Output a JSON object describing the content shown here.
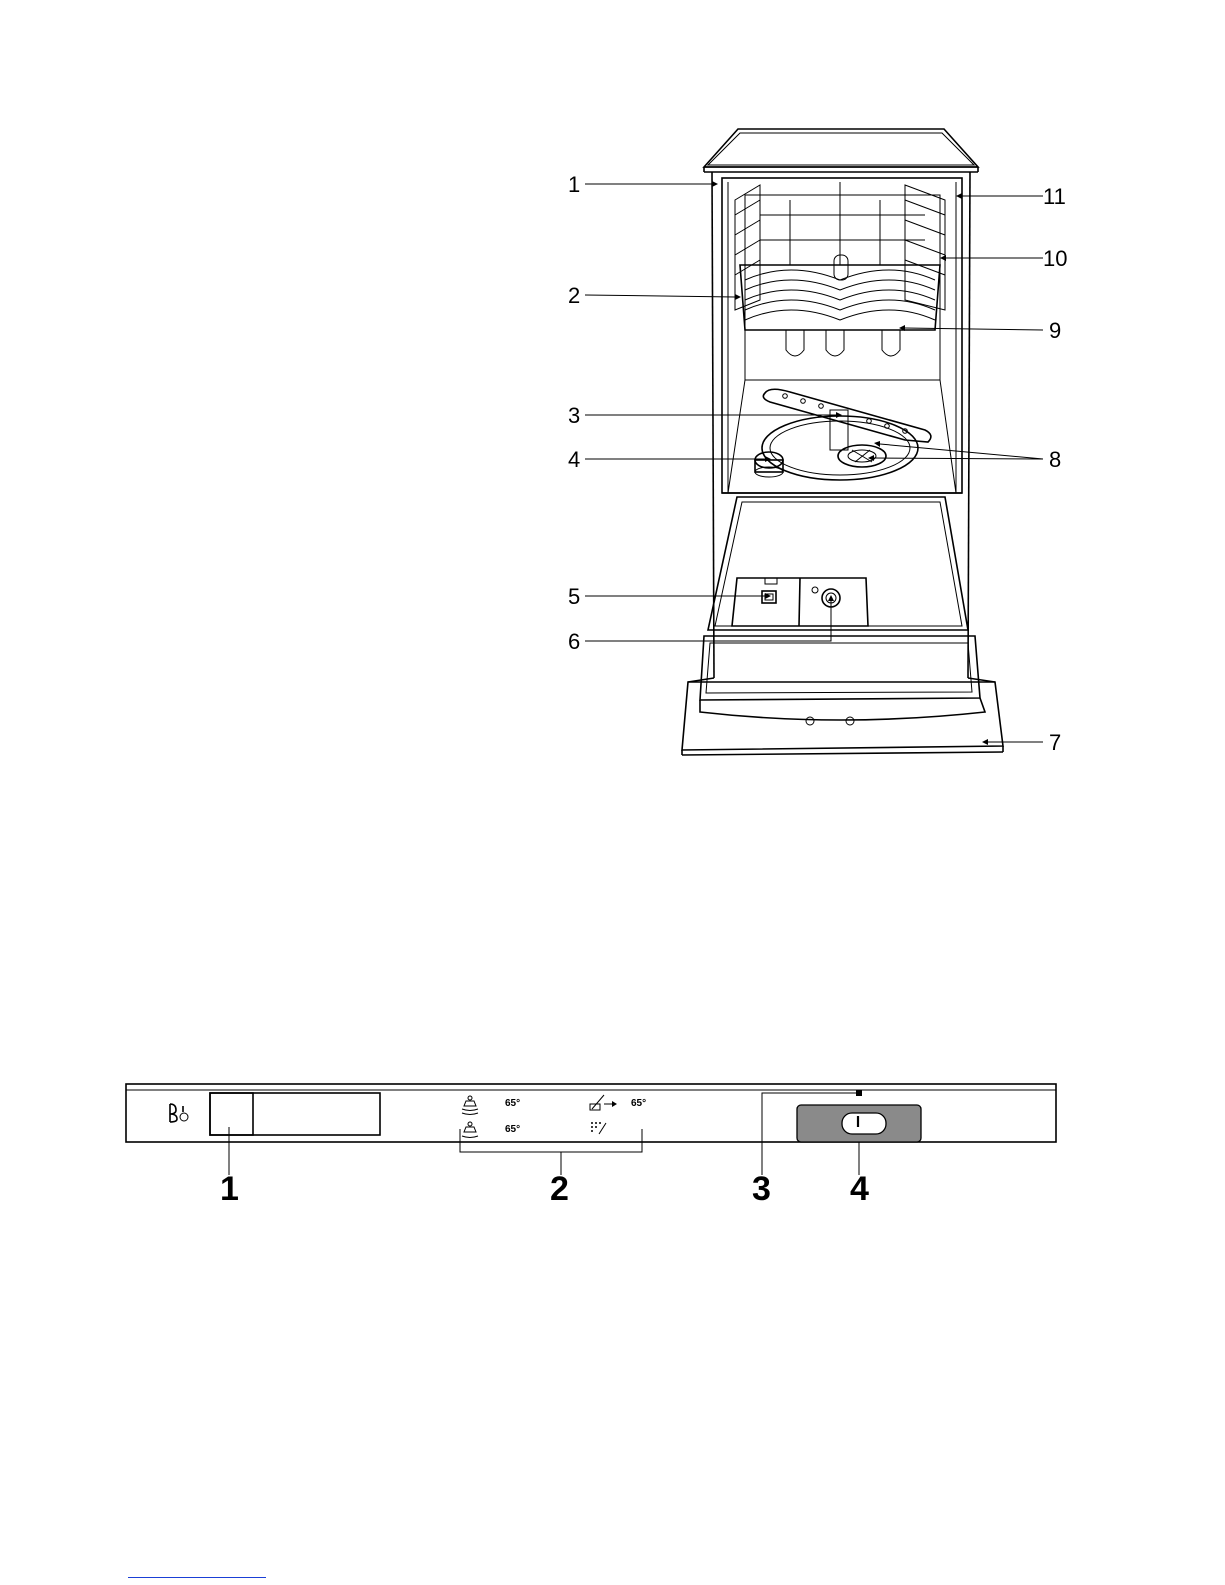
{
  "dishwasher": {
    "callouts": [
      "1",
      "2",
      "3",
      "4",
      "5",
      "6",
      "7",
      "8",
      "9",
      "10",
      "11"
    ]
  },
  "control_panel": {
    "callouts": [
      "1",
      "2",
      "3",
      "4"
    ],
    "programs": {
      "temp_1": "65°",
      "temp_2": "65°",
      "temp_3": "65°"
    },
    "icons": [
      "display-window-icon",
      "intensive-program-icon",
      "normal-program-icon",
      "quick-program-icon",
      "rinse-hold-program-icon",
      "indicator-light-icon",
      "on-off-button-icon"
    ]
  }
}
